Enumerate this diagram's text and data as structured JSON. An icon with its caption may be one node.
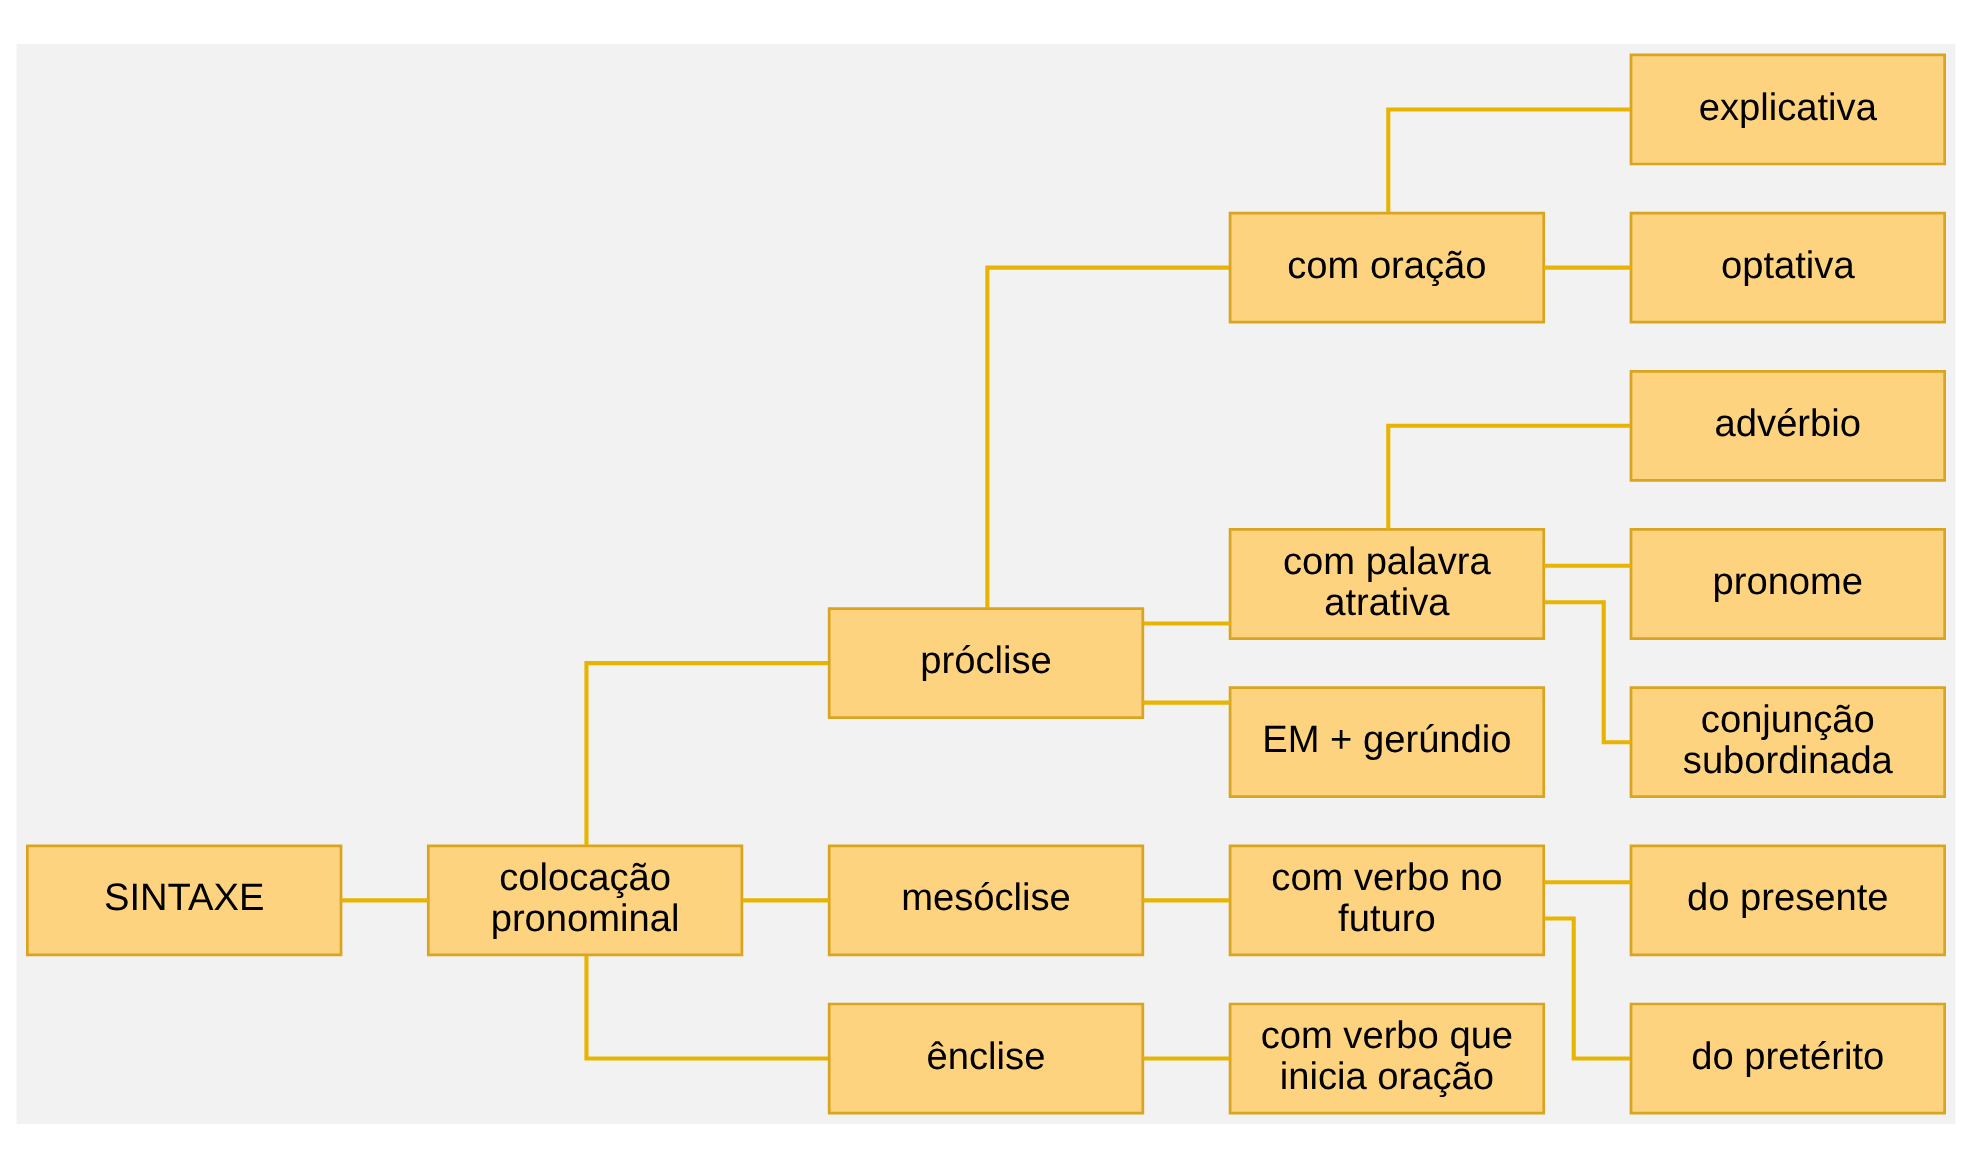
{
  "diagram": {
    "nodes": [
      {
        "text": [
          "SINTAXE"
        ]
      },
      {
        "text": [
          "colocação pronominal"
        ]
      },
      {
        "text": [
          "próclise"
        ]
      },
      {
        "text": [
          "mesóclise"
        ]
      },
      {
        "text": [
          "ênclise"
        ]
      },
      {
        "text": [
          "com oração"
        ]
      },
      {
        "text": [
          "com palavra atrativa"
        ]
      },
      {
        "text": [
          "EM + gerúndio"
        ]
      },
      {
        "text": [
          "explicativa"
        ]
      },
      {
        "text": [
          "optativa"
        ]
      },
      {
        "text": [
          "advérbio"
        ]
      },
      {
        "text": [
          "pronome"
        ]
      },
      {
        "text": [
          "conjunção subordinada"
        ]
      },
      {
        "text": [
          "com verbo no futuro"
        ]
      },
      {
        "text": [
          "do presente"
        ]
      },
      {
        "text": [
          "do pretérito"
        ]
      },
      {
        "text": [
          "com verbo que inicia oração"
        ]
      }
    ],
    "edges": [
      {
        "from": 0,
        "to": 1,
        "arrow": "none"
      },
      {
        "from": 1,
        "to": 2,
        "arrow": "none"
      },
      {
        "from": 1,
        "to": 3,
        "arrow": "none"
      },
      {
        "from": 1,
        "to": 4,
        "arrow": "none"
      },
      {
        "from": 2,
        "to": 5,
        "arrow": "none"
      },
      {
        "from": 2,
        "to": 6,
        "arrow": "none"
      },
      {
        "from": 2,
        "to": 7,
        "arrow": "none"
      },
      {
        "from": 5,
        "to": 8,
        "arrow": "none"
      },
      {
        "from": 5,
        "to": 9,
        "arrow": "none"
      },
      {
        "from": 6,
        "to": 10,
        "arrow": "none"
      },
      {
        "from": 6,
        "to": 11,
        "arrow": "none"
      },
      {
        "from": 6,
        "to": 12,
        "arrow": "none"
      },
      {
        "from": 3,
        "to": 13,
        "arrow": "none"
      },
      {
        "from": 13,
        "to": 14,
        "arrow": "none"
      },
      {
        "from": 13,
        "to": 15,
        "arrow": "none"
      },
      {
        "from": 4,
        "to": 16,
        "arrow": "none"
      }
    ]
  }
}
